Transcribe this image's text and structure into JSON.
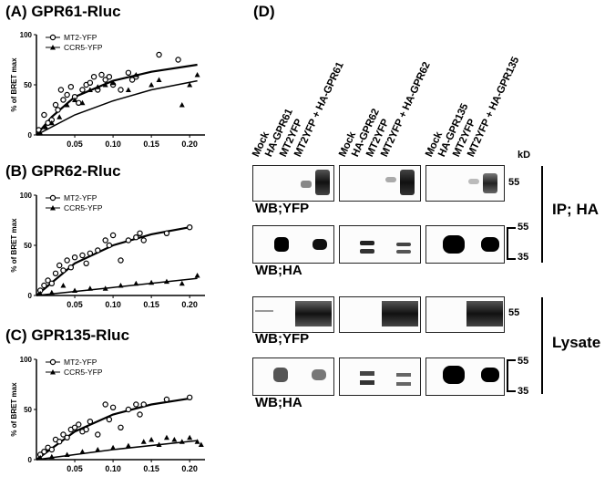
{
  "panels": {
    "A": {
      "title": "(A) GPR61-Rluc"
    },
    "B": {
      "title": "(B) GPR62-Rluc"
    },
    "C": {
      "title": "(C) GPR135-Rluc"
    },
    "D": {
      "title": "(D)"
    }
  },
  "chart_data": [
    {
      "type": "scatter",
      "title": "(A) GPR61-Rluc",
      "ylabel": "% of BRET max",
      "xlim": [
        0,
        0.22
      ],
      "ylim": [
        0,
        100
      ],
      "xticks": [
        "0.05",
        "0.10",
        "0.15",
        "0.20"
      ],
      "yticks": [
        "0",
        "50",
        "100"
      ],
      "series": [
        {
          "name": "MT2-YFP",
          "marker": "open-circle",
          "x": [
            0.003,
            0.01,
            0.015,
            0.02,
            0.025,
            0.028,
            0.032,
            0.035,
            0.04,
            0.045,
            0.05,
            0.055,
            0.06,
            0.065,
            0.07,
            0.075,
            0.08,
            0.085,
            0.09,
            0.095,
            0.1,
            0.11,
            0.12,
            0.125,
            0.13,
            0.16,
            0.185
          ],
          "y": [
            5,
            20,
            12,
            15,
            30,
            25,
            45,
            35,
            40,
            48,
            38,
            32,
            45,
            50,
            52,
            58,
            45,
            60,
            55,
            58,
            50,
            45,
            62,
            55,
            58,
            80,
            75
          ],
          "fit": [
            [
              0,
              0
            ],
            [
              0.02,
              18
            ],
            [
              0.05,
              38
            ],
            [
              0.1,
              54
            ],
            [
              0.15,
              63
            ],
            [
              0.21,
              70
            ]
          ]
        },
        {
          "name": "CCR5-YFP",
          "marker": "filled-triangle",
          "x": [
            0.005,
            0.012,
            0.02,
            0.03,
            0.04,
            0.05,
            0.06,
            0.07,
            0.08,
            0.09,
            0.1,
            0.12,
            0.13,
            0.15,
            0.16,
            0.19,
            0.2,
            0.21
          ],
          "y": [
            2,
            8,
            12,
            18,
            30,
            35,
            32,
            45,
            48,
            50,
            52,
            45,
            60,
            50,
            55,
            30,
            50,
            60
          ],
          "fit": [
            [
              0,
              0
            ],
            [
              0.05,
              20
            ],
            [
              0.1,
              34
            ],
            [
              0.15,
              45
            ],
            [
              0.21,
              54
            ]
          ]
        }
      ]
    },
    {
      "type": "scatter",
      "title": "(B) GPR62-Rluc",
      "ylabel": "% of BRET max",
      "xlim": [
        0,
        0.22
      ],
      "ylim": [
        0,
        100
      ],
      "xticks": [
        "0.05",
        "0.10",
        "0.15",
        "0.20"
      ],
      "yticks": [
        "0",
        "50",
        "100"
      ],
      "series": [
        {
          "name": "MT2-YFP",
          "marker": "open-circle",
          "x": [
            0.005,
            0.01,
            0.015,
            0.02,
            0.025,
            0.03,
            0.035,
            0.04,
            0.045,
            0.05,
            0.06,
            0.065,
            0.07,
            0.08,
            0.09,
            0.095,
            0.1,
            0.11,
            0.12,
            0.13,
            0.135,
            0.14,
            0.17,
            0.2
          ],
          "y": [
            5,
            10,
            15,
            12,
            22,
            30,
            25,
            35,
            28,
            38,
            40,
            32,
            42,
            45,
            55,
            50,
            60,
            35,
            55,
            58,
            62,
            55,
            62,
            68
          ],
          "fit": [
            [
              0,
              0
            ],
            [
              0.05,
              32
            ],
            [
              0.1,
              50
            ],
            [
              0.15,
              61
            ],
            [
              0.2,
              68
            ]
          ]
        },
        {
          "name": "CCR5-YFP",
          "marker": "filled-triangle",
          "x": [
            0.005,
            0.02,
            0.035,
            0.05,
            0.07,
            0.09,
            0.11,
            0.13,
            0.15,
            0.17,
            0.19,
            0.21
          ],
          "y": [
            2,
            3,
            10,
            5,
            7,
            7,
            10,
            12,
            13,
            14,
            12,
            20
          ],
          "fit": [
            [
              0,
              0
            ],
            [
              0.1,
              8
            ],
            [
              0.21,
              17
            ]
          ]
        }
      ]
    },
    {
      "type": "scatter",
      "title": "(C) GPR135-Rluc",
      "ylabel": "% of BRET max",
      "xlim": [
        0,
        0.22
      ],
      "ylim": [
        0,
        100
      ],
      "xticks": [
        "0.05",
        "0.10",
        "0.15",
        "0.20"
      ],
      "yticks": [
        "0",
        "50",
        "100"
      ],
      "series": [
        {
          "name": "MT2-YFP",
          "marker": "open-circle",
          "x": [
            0.005,
            0.01,
            0.015,
            0.02,
            0.025,
            0.03,
            0.035,
            0.04,
            0.045,
            0.05,
            0.055,
            0.06,
            0.065,
            0.07,
            0.08,
            0.09,
            0.095,
            0.1,
            0.11,
            0.12,
            0.13,
            0.135,
            0.14,
            0.17,
            0.2
          ],
          "y": [
            5,
            8,
            12,
            10,
            20,
            18,
            25,
            22,
            30,
            32,
            35,
            28,
            30,
            38,
            25,
            55,
            40,
            52,
            32,
            50,
            55,
            45,
            55,
            60,
            62
          ],
          "fit": [
            [
              0,
              0
            ],
            [
              0.05,
              28
            ],
            [
              0.1,
              45
            ],
            [
              0.15,
              55
            ],
            [
              0.2,
              61
            ]
          ]
        },
        {
          "name": "CCR5-YFP",
          "marker": "filled-triangle",
          "x": [
            0.005,
            0.02,
            0.04,
            0.06,
            0.08,
            0.1,
            0.12,
            0.14,
            0.15,
            0.16,
            0.17,
            0.18,
            0.19,
            0.2,
            0.21,
            0.215
          ],
          "y": [
            2,
            3,
            5,
            8,
            10,
            12,
            14,
            18,
            20,
            15,
            22,
            20,
            18,
            22,
            18,
            15
          ],
          "fit": [
            [
              0,
              0
            ],
            [
              0.1,
              10
            ],
            [
              0.21,
              19
            ]
          ]
        }
      ]
    }
  ],
  "blot": {
    "lanes": [
      "Mock",
      "HA-GPR61",
      "MT2YFP",
      "MT2YFP + HA-GPR61",
      "Mock",
      "HA-GPR62",
      "MT2YFP",
      "MT2YFP + HA-GPR62",
      "Mock",
      "HA-GPR135",
      "MT2YFP",
      "MT2YFP + HA-GPR135"
    ],
    "kd_label": "kD",
    "rows": [
      {
        "wb": "WB;YFP",
        "markers": [
          "55"
        ]
      },
      {
        "wb": "WB;HA",
        "markers": [
          "55",
          "35"
        ]
      },
      {
        "wb": "WB;YFP",
        "markers": [
          "55"
        ]
      },
      {
        "wb": "WB;HA",
        "markers": [
          "55",
          "35"
        ]
      }
    ],
    "side_labels": {
      "ip": "IP; HA",
      "lysate": "Lysate"
    }
  }
}
